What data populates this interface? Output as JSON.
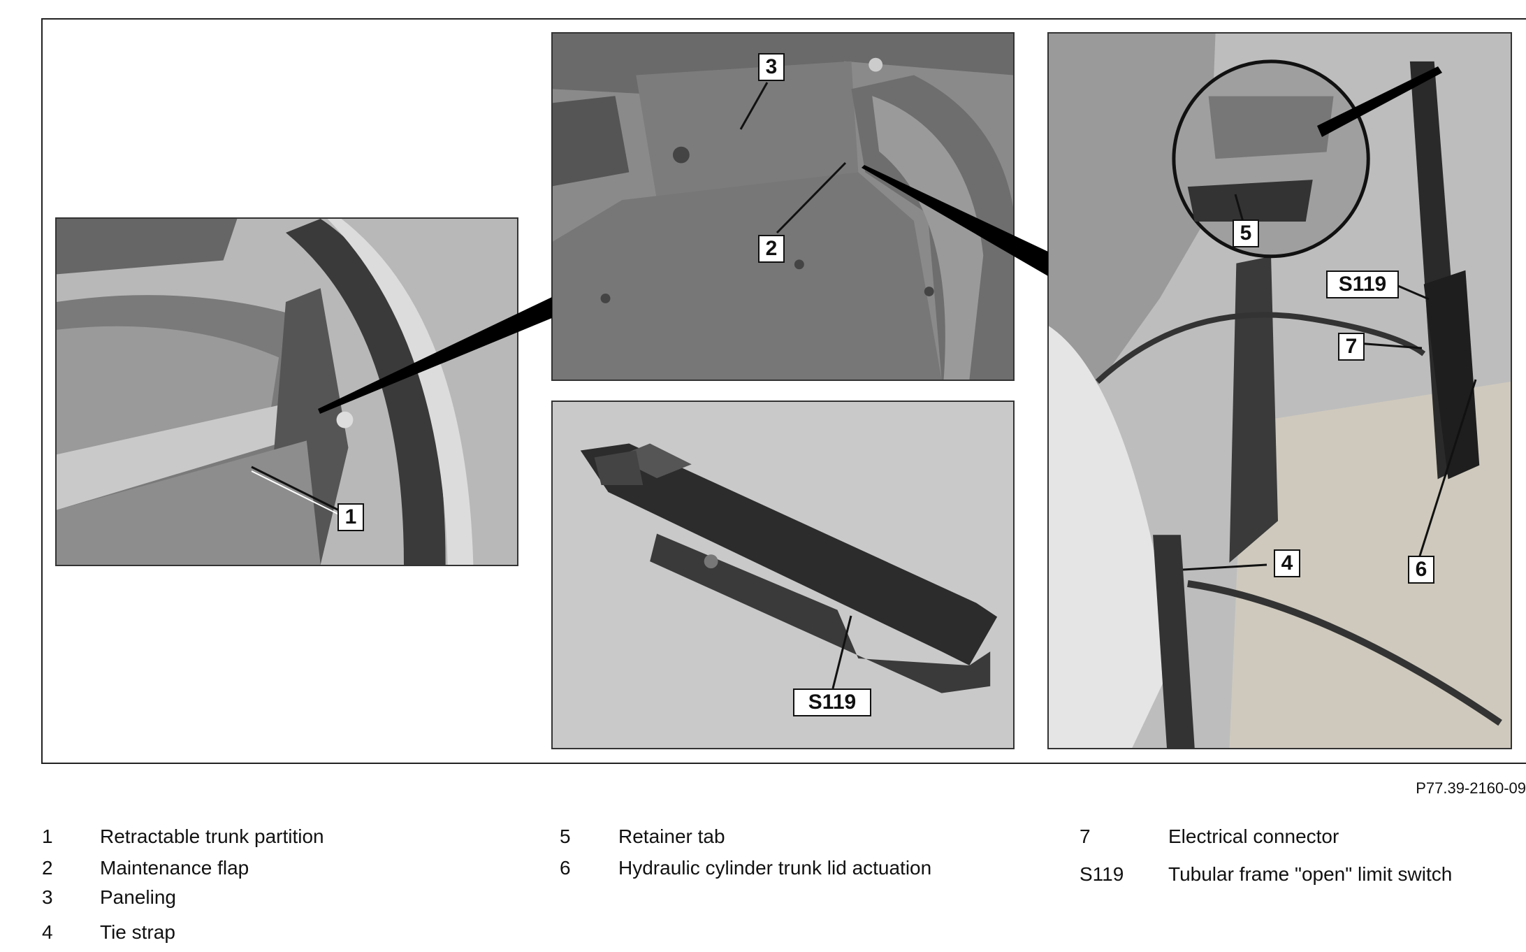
{
  "figure_ref": "P77.39-2160-09",
  "callouts": {
    "c1": "1",
    "c2": "2",
    "c3": "3",
    "c4": "4",
    "c5": "5",
    "c6": "6",
    "c7": "7",
    "s119_detail": "S119",
    "s119_photo": "S119"
  },
  "legend": [
    {
      "num": "1",
      "text": "Retractable trunk partition"
    },
    {
      "num": "2",
      "text": "Maintenance flap"
    },
    {
      "num": "3",
      "text": "Paneling"
    },
    {
      "num": "4",
      "text": "Tie strap"
    },
    {
      "num": "5",
      "text": "Retainer tab"
    },
    {
      "num": "6",
      "text": "Hydraulic cylinder trunk lid actuation"
    },
    {
      "num": "7",
      "text": "Electrical connector"
    },
    {
      "num": "S119",
      "text": "Tubular frame \"open\" limit switch"
    }
  ]
}
